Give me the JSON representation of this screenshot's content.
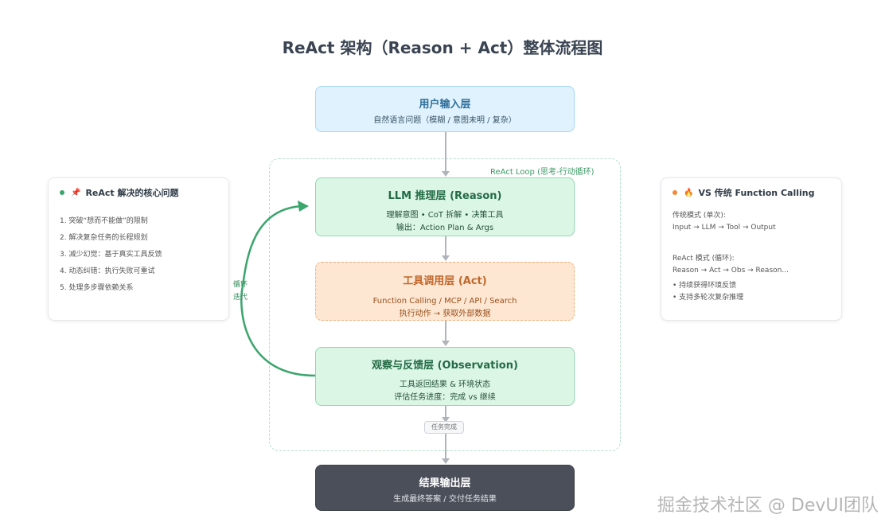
{
  "title": "ReAct 架构（Reason + Act）整体流程图",
  "input_layer": {
    "title": "用户输入层",
    "desc": "自然语言问题（模糊 / 意图未明 / 复杂）"
  },
  "loop_label": "ReAct Loop (思考-行动循环)",
  "llm_layer": {
    "title": "LLM 推理层 (Reason)",
    "line1": "理解意图 • CoT 拆解 • 决策工具",
    "line2": "输出：Action Plan & Args"
  },
  "act_layer": {
    "title": "工具调用层 (Act)",
    "line1": "Function Calling / MCP / API / Search",
    "line2": "执行动作 → 获取外部数据"
  },
  "obs_layer": {
    "title": "观察与反馈层 (Observation)",
    "line1": "工具返回结果 & 环境状态",
    "line2": "评估任务进度：完成 vs 继续"
  },
  "loop_back": {
    "line1": "循环",
    "line2": "迭代"
  },
  "done_label": "任务完成",
  "output_layer": {
    "title": "结果输出层",
    "desc": "生成最终答案 / 交付任务结果"
  },
  "left_card": {
    "title": "ReAct 解决的核心问题",
    "items": [
      "1. 突破“想而不能做”的限制",
      "2. 解决复杂任务的长程规划",
      "3. 减少幻觉：基于真实工具反馈",
      "4. 动态纠错：执行失败可重试",
      "5. 处理多步骤依赖关系"
    ]
  },
  "right_card": {
    "title": "VS 传统 Function Calling",
    "trad_label": "传统模式 (单次):",
    "trad_flow": "Input → LLM → Tool → Output",
    "react_label": "ReAct 模式 (循环):",
    "react_flow": "Reason → Act → Obs → Reason...",
    "bullet1": "• 持续获得环境反馈",
    "bullet2": "• 支持多轮次复杂推理"
  },
  "watermark": "掘金技术社区 @ DevUI团队",
  "colors": {
    "input_bg": "#dff2fd",
    "reason_bg": "#dcf6e6",
    "act_bg": "#fde7d2",
    "output_bg": "#4a4f5a",
    "loop_arrow": "#3aa56c",
    "left_dot": "#3aa56c",
    "right_dot": "#f08a3c"
  },
  "icons": {
    "left": "pin-icon",
    "right": "fire-icon"
  }
}
